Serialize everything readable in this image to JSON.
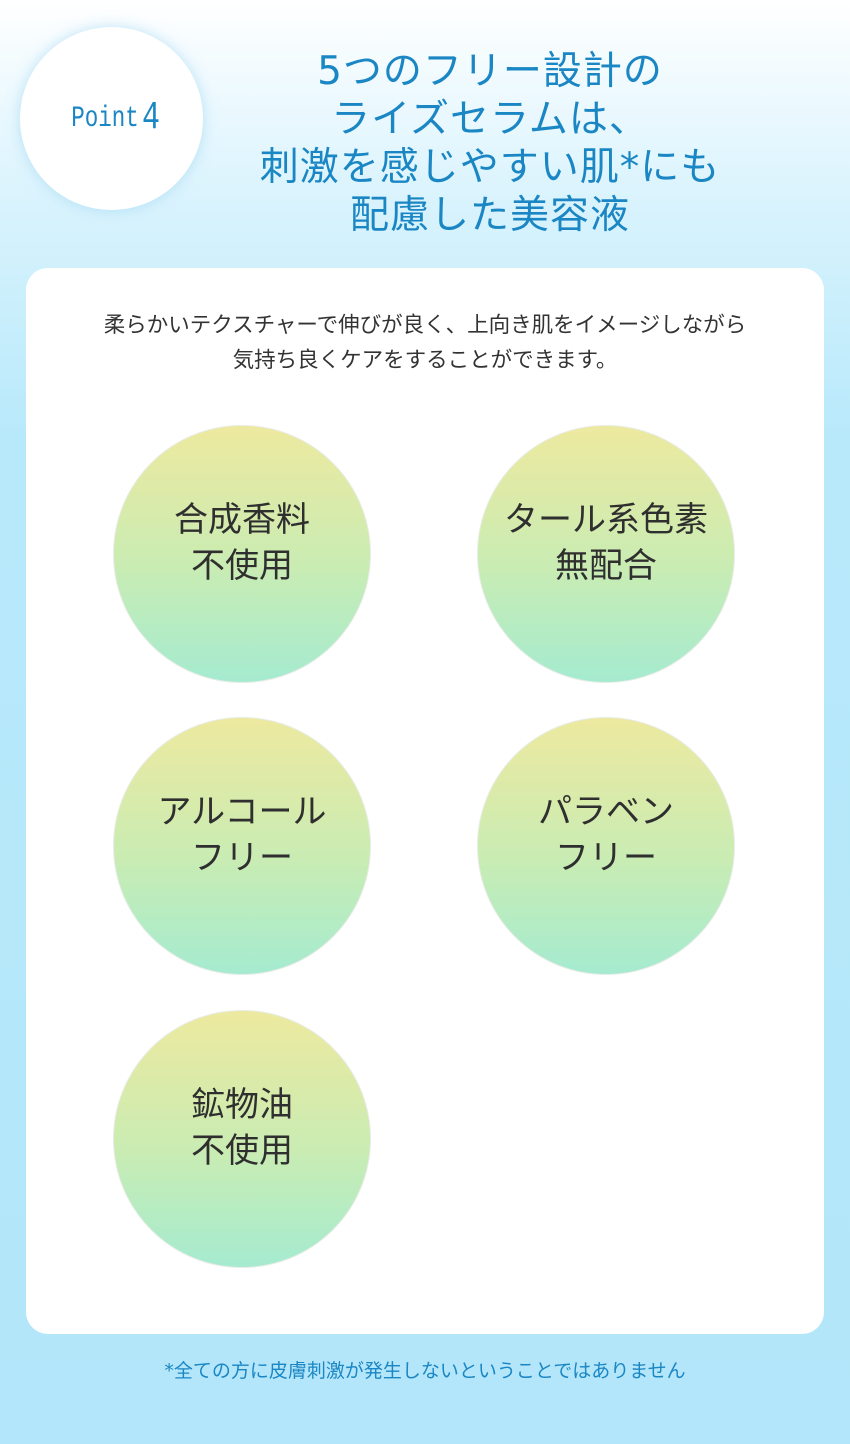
{
  "point": {
    "word": "Point",
    "number": "4"
  },
  "title": {
    "lines": [
      "5つのフリー設計の",
      "ライズセラムは、",
      "刺激を感じやすい肌*にも",
      "配慮した美容液"
    ]
  },
  "description": {
    "lines": [
      "柔らかいテクスチャーで伸びが良く、上向き肌をイメージしながら",
      "気持ち良くケアをすることができます。"
    ]
  },
  "features": [
    {
      "lines": [
        "合成香料",
        "不使用"
      ]
    },
    {
      "lines": [
        "タール系色素",
        "無配合"
      ]
    },
    {
      "lines": [
        "アルコール",
        "フリー"
      ]
    },
    {
      "lines": [
        "パラベン",
        "フリー"
      ]
    },
    {
      "lines": [
        "鉱物油",
        "不使用"
      ]
    }
  ],
  "footnote": "*全ての方に皮膚刺激が発生しないということではありません",
  "colors": {
    "accent": "#1a86c4",
    "circle_top": "#ede99f",
    "circle_bottom": "#a5ebd0"
  }
}
